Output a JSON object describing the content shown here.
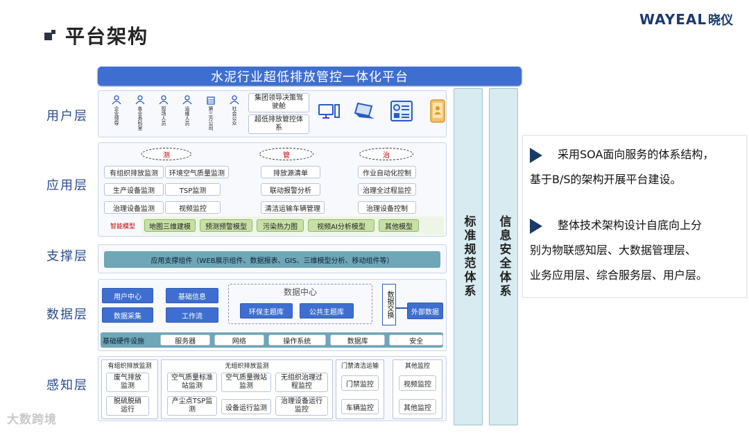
{
  "brand": {
    "en": "WAYEAL",
    "cn": "晓仪"
  },
  "page_title": "平台架构",
  "platform_title": "水泥行业超低排放管控一体化平台",
  "layers": {
    "user": "用户层",
    "app": "应用层",
    "support": "支撑层",
    "data": "数据层",
    "sense": "感知层"
  },
  "user_layer": {
    "roles": [
      "企业领导",
      "各业务科室",
      "现场人员",
      "运维人员",
      "第三方公司",
      "社会公众"
    ],
    "boxes": [
      "集团领导决策驾驶舱",
      "超低排放管控体系"
    ],
    "devices": [
      "desktop-icon",
      "laptop-icon",
      "dashboard-icon",
      "phone-icon"
    ]
  },
  "app_layer": {
    "headers": [
      "测",
      "管",
      "治"
    ],
    "col1": [
      "有组织排放监测",
      "环境空气质量监测",
      "生产设备监测",
      "TSP监测",
      "治理设备监测",
      "视频监控"
    ],
    "col2": [
      "排放源清单",
      "联动报警分析",
      "清洁运输车辆管理"
    ],
    "col3": [
      "作业自动化控制",
      "治理全过程监控",
      "治理设备控制"
    ],
    "model_label": "智能模型",
    "models": [
      "地图三维建模",
      "预测预警模型",
      "污染热力图",
      "视频AI分析模型",
      "其他模型"
    ]
  },
  "support_layer": {
    "bar": "应用支撑组件（WEB展示组件、数据报表、GIS、三维模型分析、移动组件等）"
  },
  "data_layer": {
    "left": [
      "用户中心",
      "基础信息",
      "数据采集",
      "工作流"
    ],
    "center_title": "数据中心",
    "center_items": [
      "环保主题库",
      "公共主题库"
    ],
    "exchange": "数据交换",
    "external": "外部数据",
    "infra_label": "基础硬件设施",
    "infra": [
      "服务器",
      "网络",
      "操作系统",
      "数据库",
      "安全"
    ]
  },
  "sense_layer": {
    "g1": {
      "title": "有组织排放监测",
      "items": [
        "废气排放监测",
        "脱硫脱硝运行"
      ]
    },
    "g2": {
      "title": "无组织排放监测",
      "items": [
        "空气质量标准站监测",
        "空气质量微站监测",
        "无组织治理过程监控",
        "产尘点TSP监测",
        "设备运行监测",
        "治理设备运行监控"
      ]
    },
    "g3": {
      "title": "门禁清洁运输",
      "items": [
        "门禁监控",
        "车辆监控"
      ]
    },
    "g4": {
      "title": "其他监控",
      "items": [
        "视频监控",
        "其他监控"
      ]
    }
  },
  "pillars": [
    "标准规范体系",
    "信息安全体系"
  ],
  "info": [
    "采用SOA面向服务的体系结构，基于B/S的架构开展平台建设。",
    "整体技术架构设计自底向上分别为物联感知层、大数据管理层、业务应用层、综合服务层、用户层。"
  ],
  "info_lines": [
    [
      "采用SOA面向服务的体系结构，",
      "基于B/S的架构开展平台建设。"
    ],
    [
      "整体技术架构设计自底向上分",
      "别为物联感知层、大数据管理层、",
      "业务应用层、综合服务层、用户层。"
    ]
  ],
  "watermark": "大数跨境",
  "colors": {
    "accent": "#3e6fd0",
    "navy": "#1a3a6b",
    "green": "#c8dfa6",
    "teal": "#6fa6b8",
    "pillar": "#d7ebf0"
  }
}
